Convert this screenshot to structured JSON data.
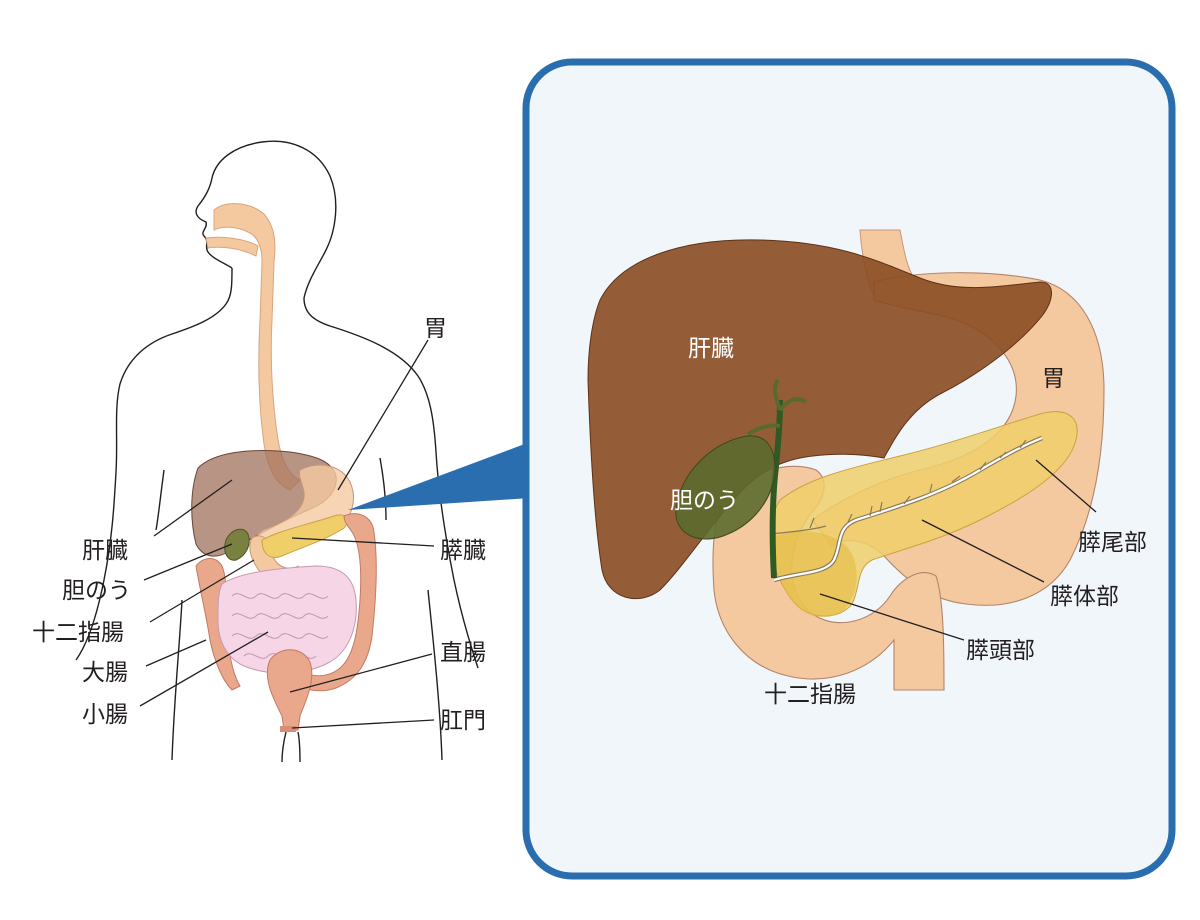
{
  "overview": {
    "labels": {
      "stomach": "胃",
      "liver": "肝臓",
      "gallbladder": "胆のう",
      "duodenum": "十二指腸",
      "large_intestine": "大腸",
      "small_intestine": "小腸",
      "pancreas": "膵臓",
      "rectum": "直腸",
      "anus": "肛門"
    }
  },
  "detail": {
    "labels": {
      "liver": "肝臓",
      "stomach": "胃",
      "gallbladder": "胆のう",
      "pancreas_tail": "膵尾部",
      "pancreas_body": "膵体部",
      "pancreas_head": "膵頭部",
      "duodenum": "十二指腸"
    }
  },
  "colors": {
    "panel_border": "#2a6eb0",
    "panel_fill": "#f1f6fb",
    "callout": "#2a6eb0",
    "liver": "#9a5a34",
    "stomach": "#f5c9a0",
    "pancreas": "#f0cf6a",
    "gallbladder": "#5c6a2e",
    "intestine": "#e9a88b",
    "small_intestine": "#f6d6e6"
  }
}
